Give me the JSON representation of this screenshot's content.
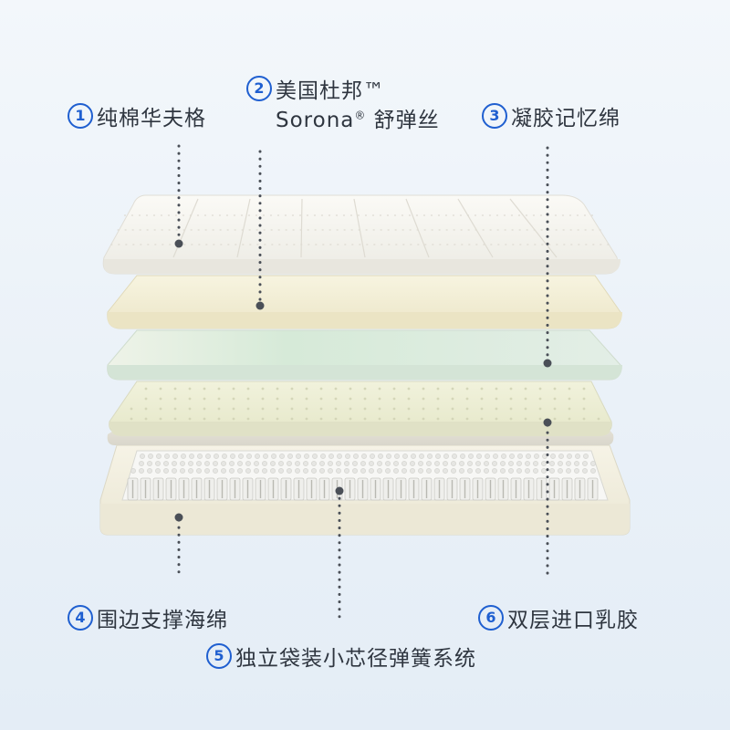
{
  "labels": [
    {
      "num": "1",
      "text": "纯棉华夫格"
    },
    {
      "num": "2",
      "text": "美国杜邦™",
      "line2": "Sorona",
      "line2_mark": "®",
      "line2_rest": " 舒弹丝"
    },
    {
      "num": "3",
      "text": "凝胶记忆绵"
    },
    {
      "num": "4",
      "text": "围边支撑海绵"
    },
    {
      "num": "5",
      "text": "独立袋装小芯径弹簧系统"
    },
    {
      "num": "6",
      "text": "双层进口乳胶"
    }
  ],
  "colors": {
    "accent": "#1f5fd0",
    "waffle_layer": "#f6f4ee",
    "fiber_layer": "#f3efd6",
    "gel_layer": "#dcecdc",
    "latex_layer": "#eeefd6",
    "frame": "#f2efe2",
    "springs": "#e8e8e6"
  }
}
